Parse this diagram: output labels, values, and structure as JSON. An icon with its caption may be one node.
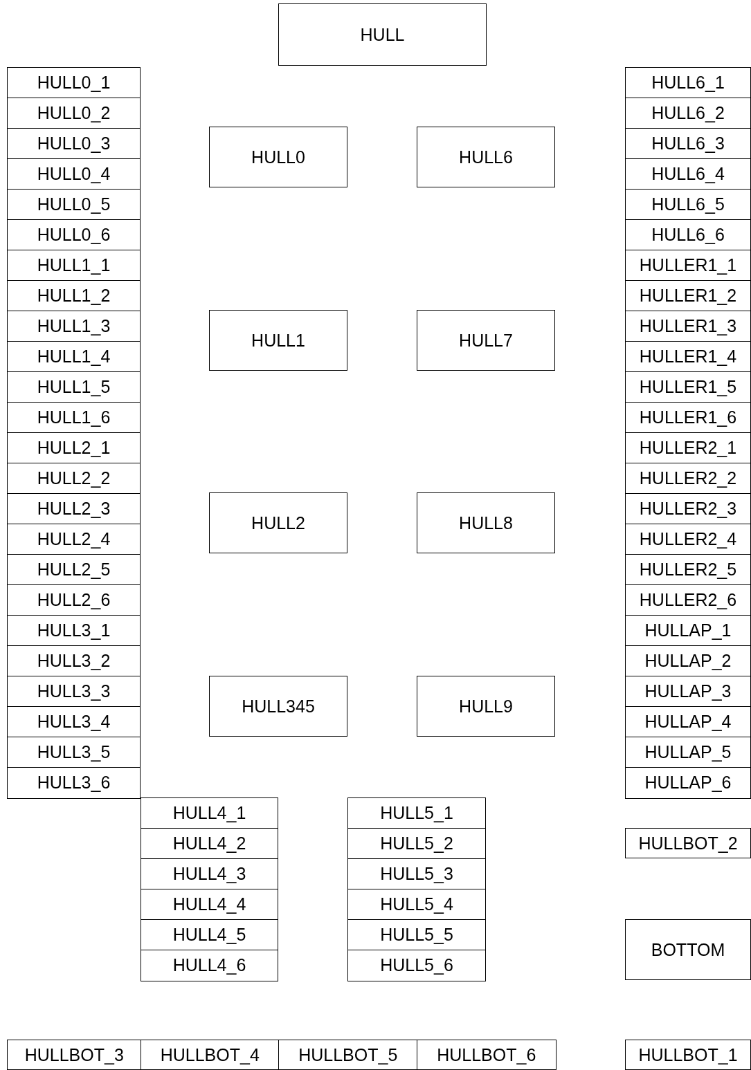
{
  "diagram": {
    "nodes": [
      {
        "text": [
          "HULL"
        ]
      },
      {
        "text": [
          "HULL0_1"
        ]
      },
      {
        "text": [
          "HULL0_2"
        ]
      },
      {
        "text": [
          "HULL0_3"
        ]
      },
      {
        "text": [
          "HULL0_4"
        ]
      },
      {
        "text": [
          "HULL0_5"
        ]
      },
      {
        "text": [
          "HULL0_6"
        ]
      },
      {
        "text": [
          "HULL1_1"
        ]
      },
      {
        "text": [
          "HULL1_2"
        ]
      },
      {
        "text": [
          "HULL1_3"
        ]
      },
      {
        "text": [
          "HULL1_4"
        ]
      },
      {
        "text": [
          "HULL1_5"
        ]
      },
      {
        "text": [
          "HULL1_6"
        ]
      },
      {
        "text": [
          "HULL2_1"
        ]
      },
      {
        "text": [
          "HULL2_2"
        ]
      },
      {
        "text": [
          "HULL2_3"
        ]
      },
      {
        "text": [
          "HULL2_4"
        ]
      },
      {
        "text": [
          "HULL2_5"
        ]
      },
      {
        "text": [
          "HULL2_6"
        ]
      },
      {
        "text": [
          "HULL3_1"
        ]
      },
      {
        "text": [
          "HULL3_2"
        ]
      },
      {
        "text": [
          "HULL3_3"
        ]
      },
      {
        "text": [
          "HULL3_4"
        ]
      },
      {
        "text": [
          "HULL3_5"
        ]
      },
      {
        "text": [
          "HULL3_6"
        ]
      },
      {
        "text": [
          "HULL0"
        ]
      },
      {
        "text": [
          "HULL6"
        ]
      },
      {
        "text": [
          "HULL1"
        ]
      },
      {
        "text": [
          "HULL7"
        ]
      },
      {
        "text": [
          "HULL2"
        ]
      },
      {
        "text": [
          "HULL8"
        ]
      },
      {
        "text": [
          "HULL345"
        ]
      },
      {
        "text": [
          "HULL9"
        ]
      },
      {
        "text": [
          "HULL6_1"
        ]
      },
      {
        "text": [
          "HULL6_2"
        ]
      },
      {
        "text": [
          "HULL6_3"
        ]
      },
      {
        "text": [
          "HULL6_4"
        ]
      },
      {
        "text": [
          "HULL6_5"
        ]
      },
      {
        "text": [
          "HULL6_6"
        ]
      },
      {
        "text": [
          "HULLER1_1"
        ]
      },
      {
        "text": [
          "HULLER1_2"
        ]
      },
      {
        "text": [
          "HULLER1_3"
        ]
      },
      {
        "text": [
          "HULLER1_4"
        ]
      },
      {
        "text": [
          "HULLER1_5"
        ]
      },
      {
        "text": [
          "HULLER1_6"
        ]
      },
      {
        "text": [
          "HULLER2_1"
        ]
      },
      {
        "text": [
          "HULLER2_2"
        ]
      },
      {
        "text": [
          "HULLER2_3"
        ]
      },
      {
        "text": [
          "HULLER2_4"
        ]
      },
      {
        "text": [
          "HULLER2_5"
        ]
      },
      {
        "text": [
          "HULLER2_6"
        ]
      },
      {
        "text": [
          "HULLAP_1"
        ]
      },
      {
        "text": [
          "HULLAP_2"
        ]
      },
      {
        "text": [
          "HULLAP_3"
        ]
      },
      {
        "text": [
          "HULLAP_4"
        ]
      },
      {
        "text": [
          "HULLAP_5"
        ]
      },
      {
        "text": [
          "HULLAP_6"
        ]
      },
      {
        "text": [
          "HULL4_1"
        ]
      },
      {
        "text": [
          "HULL4_2"
        ]
      },
      {
        "text": [
          "HULL4_3"
        ]
      },
      {
        "text": [
          "HULL4_4"
        ]
      },
      {
        "text": [
          "HULL4_5"
        ]
      },
      {
        "text": [
          "HULL4_6"
        ]
      },
      {
        "text": [
          "HULL5_1"
        ]
      },
      {
        "text": [
          "HULL5_2"
        ]
      },
      {
        "text": [
          "HULL5_3"
        ]
      },
      {
        "text": [
          "HULL5_4"
        ]
      },
      {
        "text": [
          "HULL5_5"
        ]
      },
      {
        "text": [
          "HULL5_6"
        ]
      },
      {
        "text": [
          "HULLBOT_2"
        ]
      },
      {
        "text": [
          "BOTTOM"
        ]
      },
      {
        "text": [
          "HULLBOT_3"
        ]
      },
      {
        "text": [
          "HULLBOT_4"
        ]
      },
      {
        "text": [
          "HULLBOT_5"
        ]
      },
      {
        "text": [
          "HULLBOT_6"
        ]
      },
      {
        "text": [
          "HULLBOT_1"
        ]
      }
    ]
  }
}
